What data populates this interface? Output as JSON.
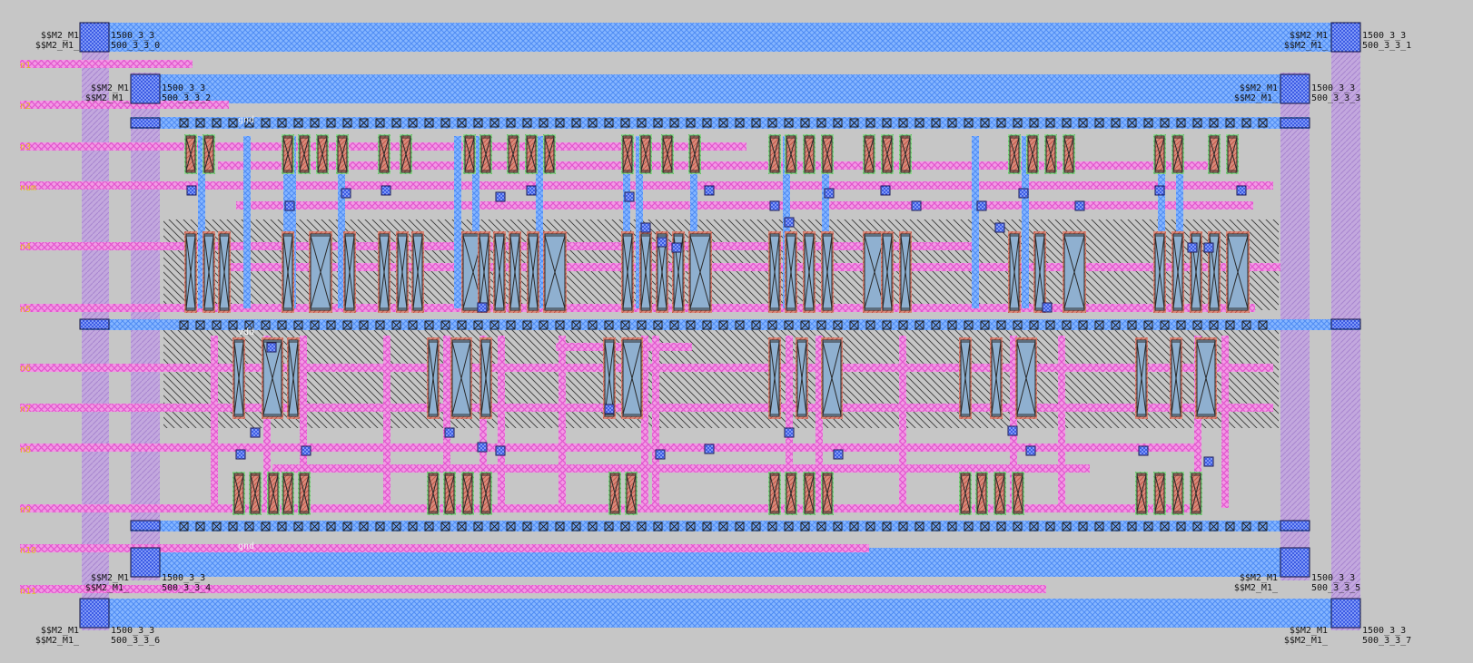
{
  "colors": {
    "background": "#c6c6c6",
    "metal1": "#e878d8",
    "metal2": "#6aa8ff",
    "via": "#2448d8",
    "poly": "#d87070",
    "active": "#80d880",
    "well": "#b898d8",
    "nwell_hatch": "#3a3a3a",
    "label_text": "#141414",
    "net_text": "#e0c020"
  },
  "contact_labels": [
    {
      "id": "c0",
      "line1": "$$M2_M1",
      "line2": "$$M2_M1_",
      "line3": "1500_3_3",
      "line4": "500_3_3_0"
    },
    {
      "id": "c1",
      "line1": "$$M2_M1",
      "line2": "$$M2_M1_",
      "line3": "1500_3_3",
      "line4": "500_3_3_1"
    },
    {
      "id": "c2",
      "line1": "$$M2_M1",
      "line2": "$$M2_M1_",
      "line3": "1500_3_3",
      "line4": "500_3_3_2"
    },
    {
      "id": "c3",
      "line1": "$$M2_M1",
      "line2": "$$M2_M1_",
      "line3": "1500_3_3",
      "line4": "500_3_3_3"
    },
    {
      "id": "c4",
      "line1": "$$M2_M1",
      "line2": "$$M2_M1_",
      "line3": "1500_3_3",
      "line4": "500_3_3_4"
    },
    {
      "id": "c5",
      "line1": "$$M2_M1",
      "line2": "$$M2_M1_",
      "line3": "1500_3_3",
      "line4": "500_3_3_5"
    },
    {
      "id": "c6",
      "line1": "$$M2_M1",
      "line2": "$$M2_M1_",
      "line3": "1500_3_3",
      "line4": "500_3_3_6"
    },
    {
      "id": "c7",
      "line1": "$$M2_M1",
      "line2": "$$M2_M1_",
      "line3": "1500_3_3",
      "line4": "500_3_3_7"
    }
  ],
  "rail_labels": {
    "top": "gnd",
    "middle": "vdd",
    "bottom": "gnd"
  },
  "left_net_labels": [
    "n1",
    "n2",
    "n3",
    "num",
    "n4",
    "n5",
    "n6",
    "n7",
    "n8",
    "n9",
    "n10",
    "n11"
  ]
}
